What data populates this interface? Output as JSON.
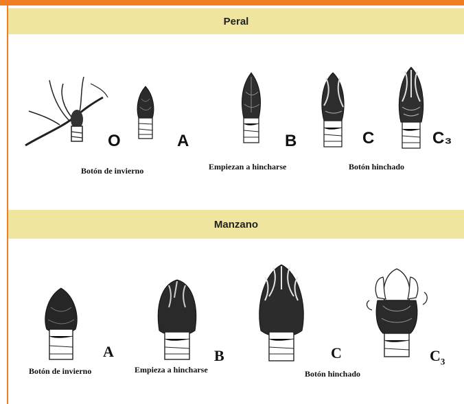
{
  "colors": {
    "accent": "#f07d22",
    "header_bg": "#efe59f"
  },
  "peral": {
    "title": "Peral",
    "stages": [
      "O",
      "A",
      "B",
      "C",
      "C₃"
    ],
    "captions": [
      "Botón de invierno",
      "Empiezan a hincharse",
      "Botón hinchado"
    ]
  },
  "manzano": {
    "title": "Manzano",
    "stages": [
      "A",
      "B",
      "C",
      "C"
    ],
    "stage_c3_subscript": "3",
    "captions": [
      "Botón de invierno",
      "Empieza a hincharse",
      "Botón hinchado"
    ]
  }
}
